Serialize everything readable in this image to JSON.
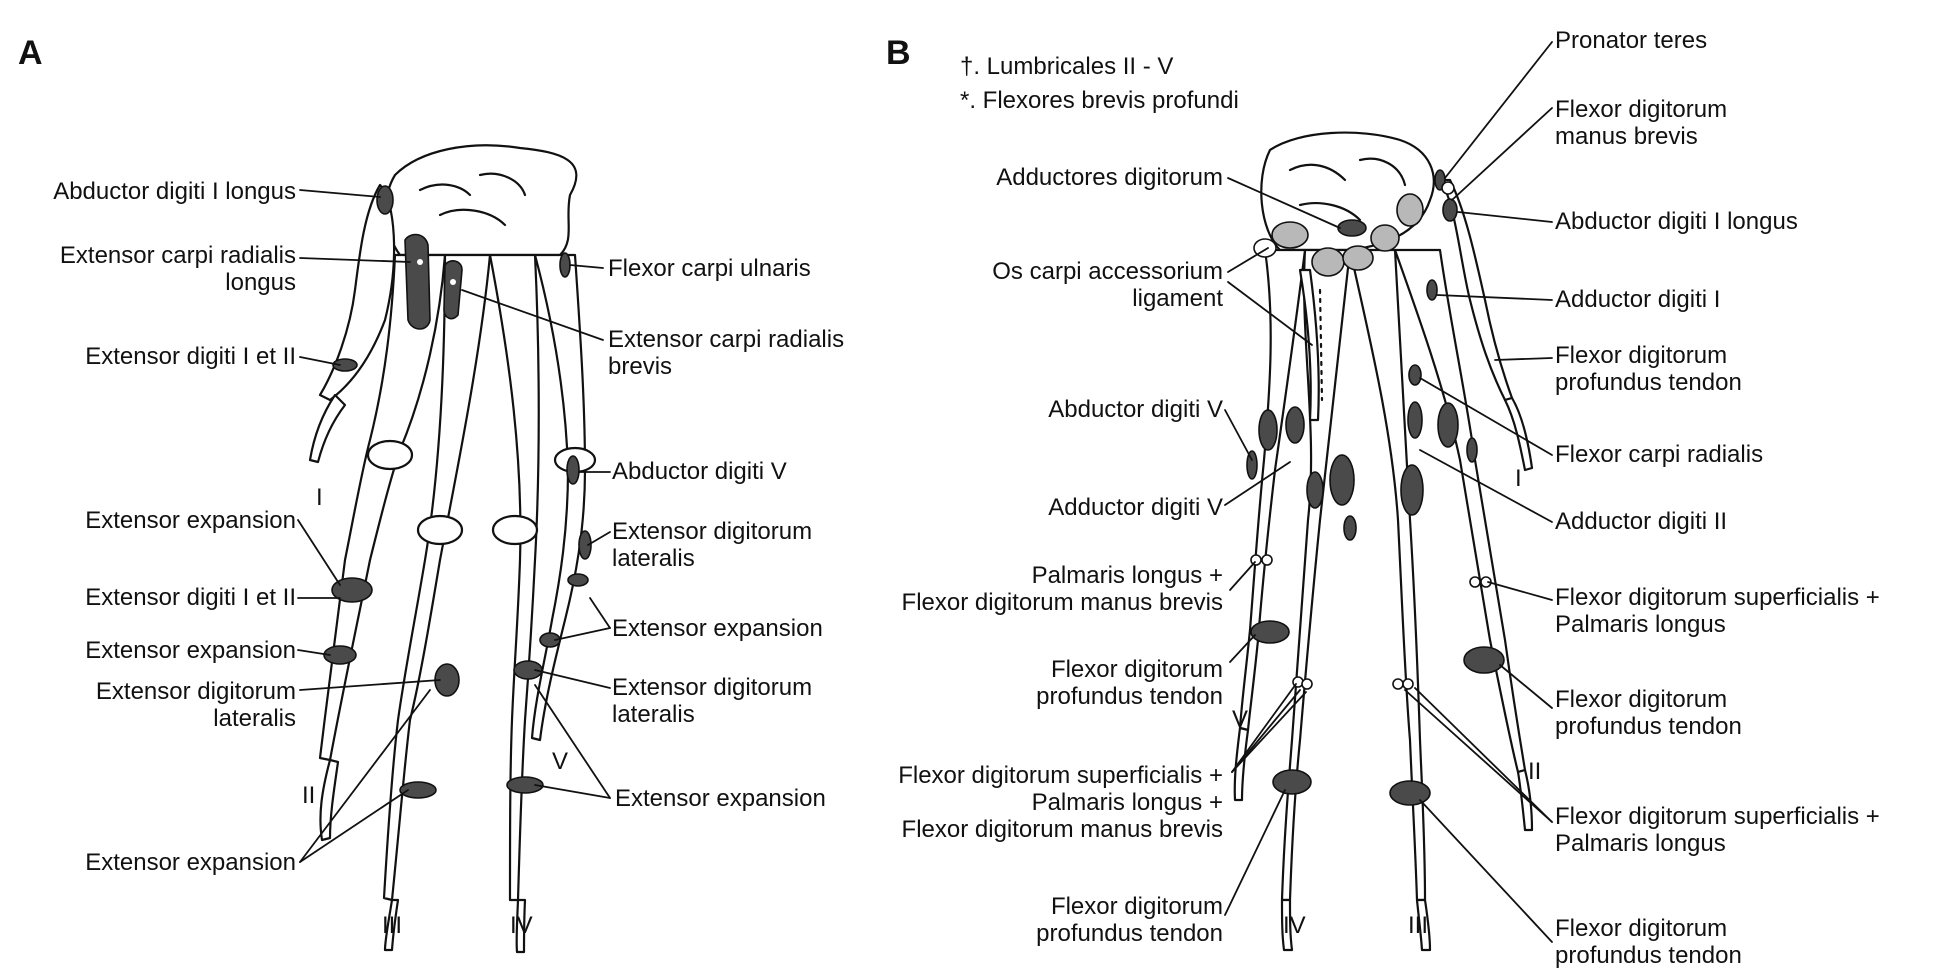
{
  "panels": {
    "a": "A",
    "b": "B"
  },
  "legend": {
    "dagger": "†.  Lumbricales II - V",
    "asterisk": "*.  Flexores brevis profundi"
  },
  "panel_a": {
    "labels": {
      "abductor_digiti_i_longus": "Abductor digiti I longus",
      "ecrl_1": "Extensor carpi radialis",
      "ecrl_2": "longus",
      "extensor_digiti_i_et_ii_top": "Extensor digiti I et II",
      "extensor_expansion_1": "Extensor expansion",
      "extensor_digiti_i_et_ii_mid": "Extensor digiti I et II",
      "extensor_expansion_2": "Extensor expansion",
      "edl_left_1": "Extensor digitorum",
      "edl_left_2": "lateralis",
      "extensor_expansion_bottom": "Extensor expansion",
      "flexor_carpi_ulnaris": "Flexor carpi ulnaris",
      "ecrb_1": "Extensor carpi radialis",
      "ecrb_2": "brevis",
      "abductor_digiti_v": "Abductor digiti V",
      "edl_right_top_1": "Extensor digitorum",
      "edl_right_top_2": "lateralis",
      "extensor_expansion_right": "Extensor expansion",
      "edl_right_bottom_1": "Extensor digitorum",
      "edl_right_bottom_2": "lateralis",
      "extensor_expansion_right_bottom": "Extensor expansion"
    },
    "digits": {
      "i": "I",
      "ii": "II",
      "iii": "III",
      "iv": "IV",
      "v": "V"
    }
  },
  "panel_b": {
    "labels": {
      "adductores_digitorum": "Adductores digitorum",
      "os_carpi_1": "Os carpi accessorium",
      "os_carpi_2": "ligament",
      "abductor_digiti_v": "Abductor digiti V",
      "adductor_digiti_v": "Adductor digiti V",
      "palmaris_fdmb_1": "Palmaris longus +",
      "palmaris_fdmb_2": "Flexor digitorum manus brevis",
      "fdp_tendon_left_1": "Flexor digitorum",
      "fdp_tendon_left_2": "profundus tendon",
      "fds_pl_fdmb_1": "Flexor digitorum superficialis +",
      "fds_pl_fdmb_2": "Palmaris longus +",
      "fds_pl_fdmb_3": "Flexor digitorum manus brevis",
      "fdp_tendon_bottom_1": "Flexor digitorum",
      "fdp_tendon_bottom_2": "profundus tendon",
      "pronator_teres": "Pronator teres",
      "fdmb_1": "Flexor digitorum",
      "fdmb_2": "manus brevis",
      "abductor_digiti_i_longus": "Abductor digiti I longus",
      "adductor_digiti_i": "Adductor digiti I",
      "fdp_tendon_r1_1": "Flexor digitorum",
      "fdp_tendon_r1_2": "profundus tendon",
      "flexor_carpi_radialis": "Flexor carpi radialis",
      "adductor_digiti_ii": "Adductor digiti II",
      "fds_pl_r1_1": "Flexor digitorum superficialis +",
      "fds_pl_r1_2": "Palmaris longus",
      "fdp_tendon_r2_1": "Flexor digitorum",
      "fdp_tendon_r2_2": "profundus tendon",
      "fds_pl_r2_1": "Flexor digitorum superficialis +",
      "fds_pl_r2_2": "Palmaris longus",
      "fdp_tendon_r3_1": "Flexor digitorum",
      "fdp_tendon_r3_2": "profundus tendon"
    },
    "digits": {
      "i": "I",
      "ii": "II",
      "iii": "III",
      "iv": "IV",
      "v": "V"
    }
  },
  "colors": {
    "ink": "#111111",
    "bone": "#ffffff",
    "muscle_dark": "#4a4a4a",
    "muscle_light": "#b8b8b8"
  }
}
